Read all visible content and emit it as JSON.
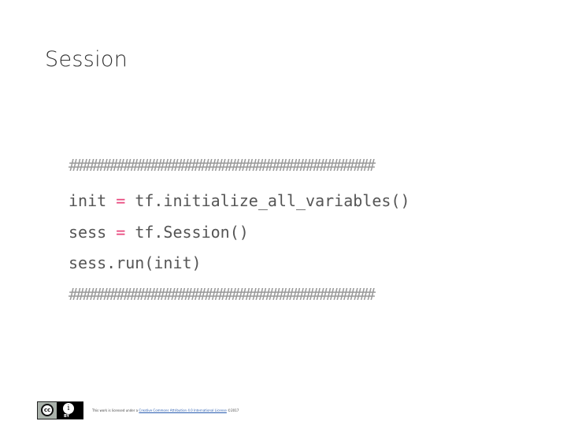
{
  "slide": {
    "title": "Session"
  },
  "code": {
    "hash_rule_top": "#############################################",
    "line1": {
      "var": "init",
      "op": "=",
      "expr": "tf.initialize_all_variables()"
    },
    "line2": {
      "var": "sess",
      "op": "=",
      "expr": "tf.Session()"
    },
    "line3": "sess.run(init)",
    "hash_rule_bottom": "#############################################"
  },
  "footer": {
    "license_icon": "cc-by-icon",
    "cc_label": "cc",
    "by_label": "BY",
    "by_glyph": "i",
    "text_prefix": "This work is licensed under a",
    "link_text": "Creative Commons Attribution 4.0 International License",
    "text_suffix": "©2017"
  },
  "colors": {
    "operator": "#e8467c",
    "code_text": "#555555",
    "hash_text": "#9a9a9a",
    "title_text": "#333333"
  }
}
